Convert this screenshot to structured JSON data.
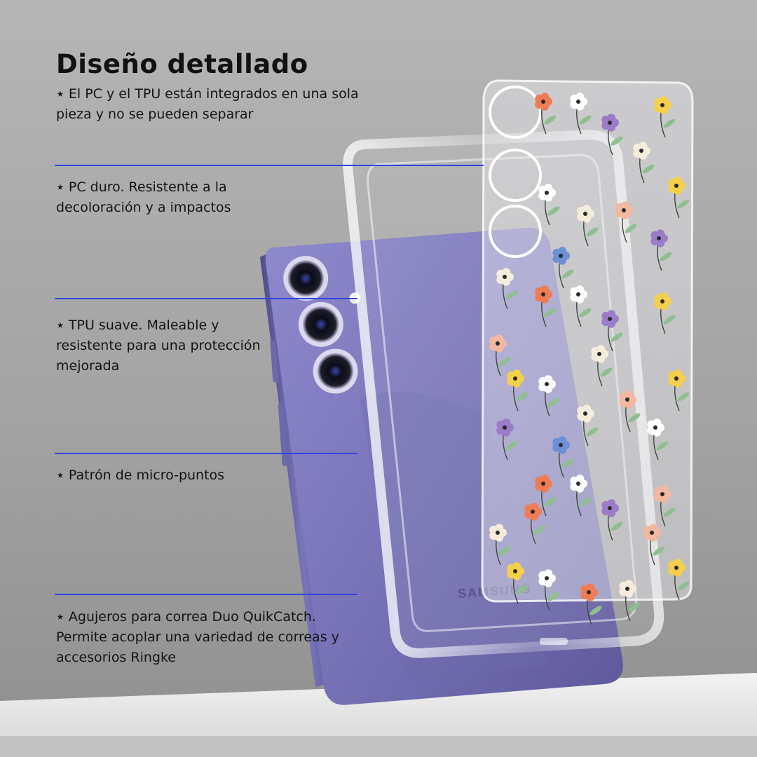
{
  "heading": "Diseño detallado",
  "features": [
    {
      "bullet": "⋆",
      "text": "El PC y el TPU están integrados en una sola pieza y no se pueden separar"
    },
    {
      "bullet": "⋆",
      "text": "PC duro. Resistente a la decoloración y a impactos"
    },
    {
      "bullet": "⋆",
      "text": "TPU suave. Maleable y resistente para una protección mejorada"
    },
    {
      "bullet": "⋆",
      "text": "Patrón de micro-puntos"
    },
    {
      "bullet": "⋆",
      "text": "Agujeros para correa Duo QuikCatch. Permite acoplar una variedad de correas y accesorios Ringke"
    }
  ],
  "phone_brand": "SAMSUNG",
  "colors": {
    "divider": "#2f47e0",
    "phone_body": "#7b76ba",
    "background": "#a5a5a5",
    "text": "#141414"
  }
}
